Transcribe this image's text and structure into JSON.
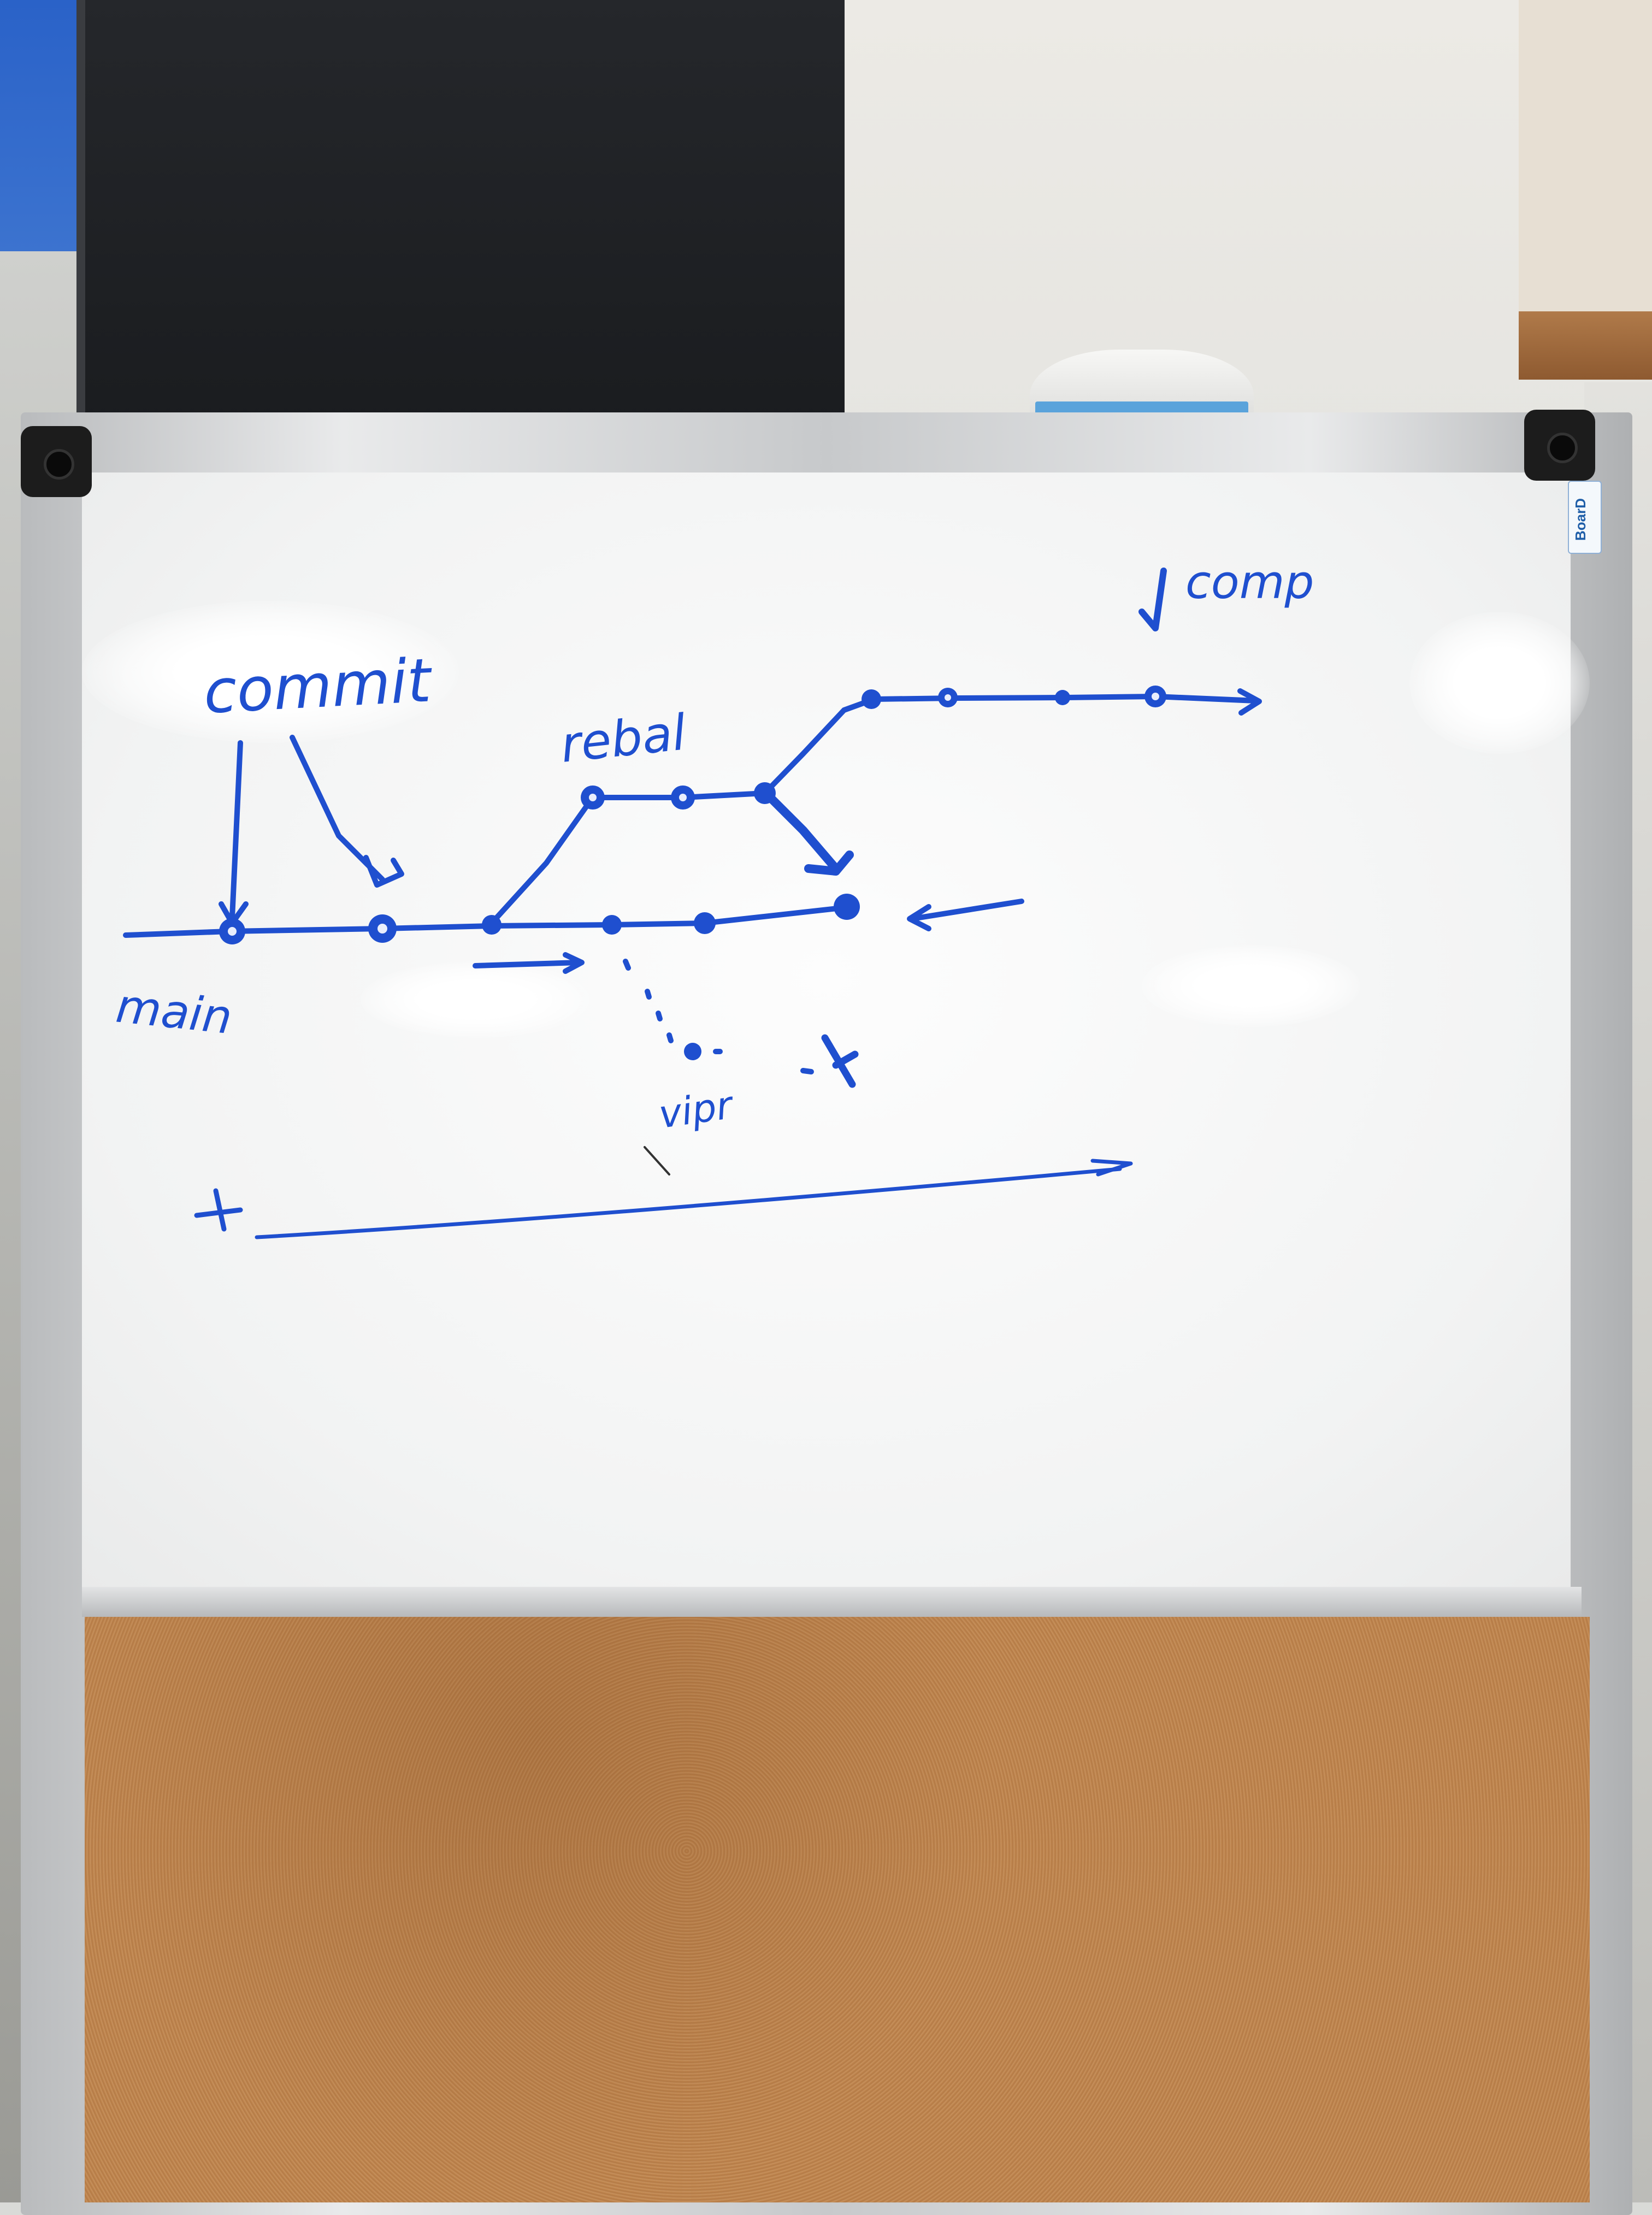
{
  "colors": {
    "marker_ink": "#1f4fcf",
    "cork": "#bf8650",
    "board": "#f6f7f7",
    "frame": "#d2d4d6"
  },
  "brand": {
    "label": "BoarD"
  },
  "whiteboard": {
    "labels": {
      "commit": "commit",
      "rebase": "rebal",
      "main": "main",
      "comp": "comp",
      "viper": "vipr",
      "time": "t"
    }
  }
}
